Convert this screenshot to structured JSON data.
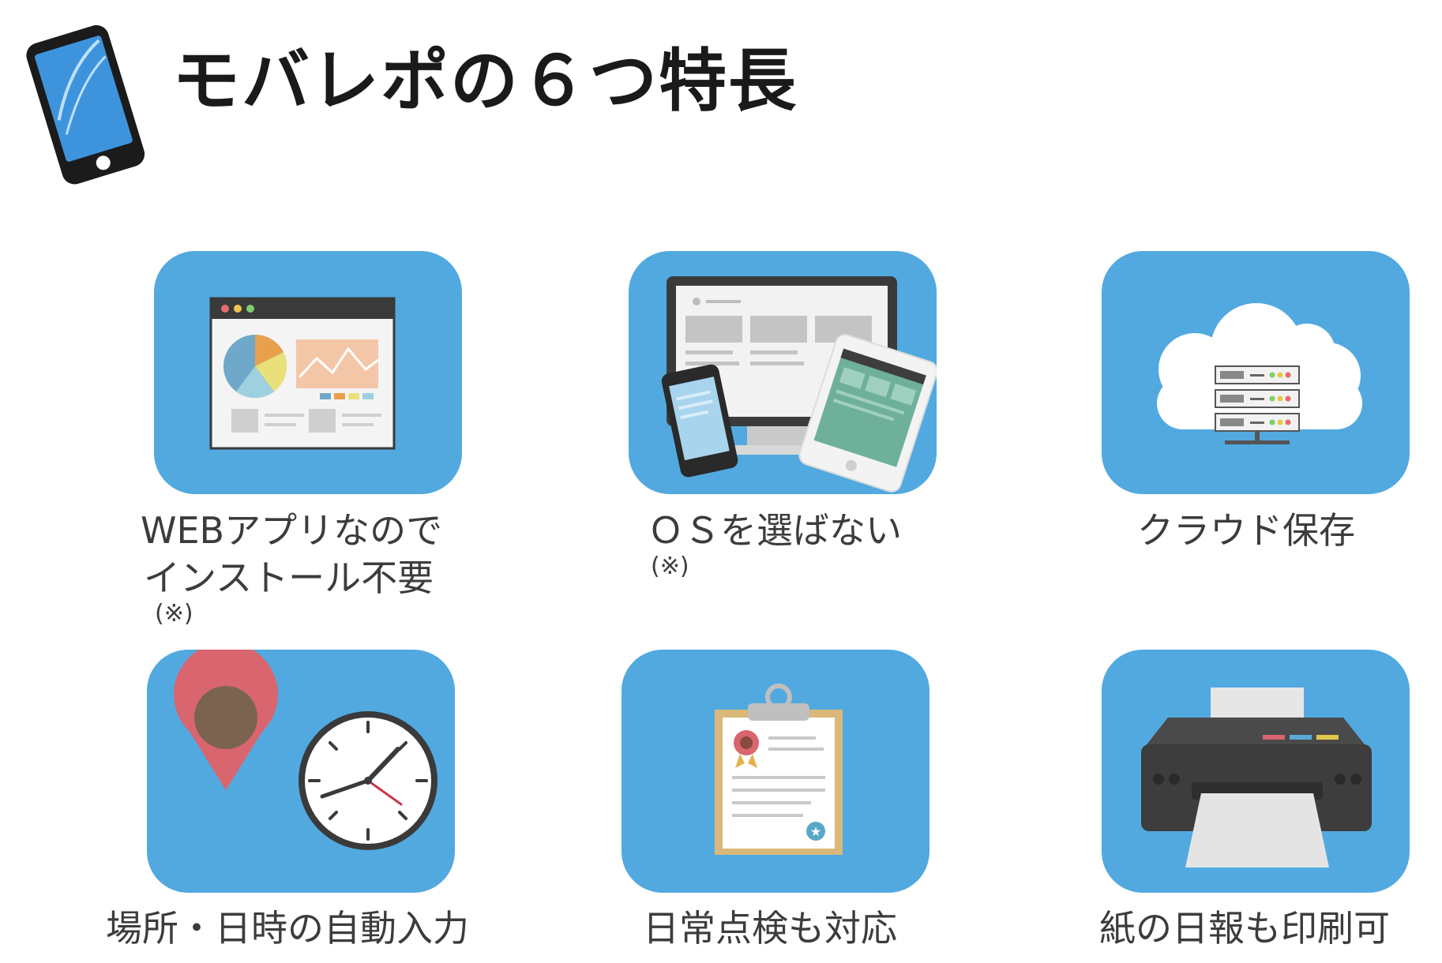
{
  "header": {
    "title": "モバレポの６つ特長",
    "icon": "smartphone-icon"
  },
  "features": [
    {
      "line1": "WEBアプリなので",
      "line2": "インストール不要",
      "note": "(※)",
      "icon": "web-dashboard-icon"
    },
    {
      "line1": "ＯＳを選ばない",
      "note": "(※)",
      "icon": "multi-device-icon"
    },
    {
      "line1": "クラウド保存",
      "icon": "cloud-server-icon"
    },
    {
      "line1": "場所・日時の自動入力",
      "icon": "location-clock-icon"
    },
    {
      "line1": "日常点検も対応",
      "icon": "clipboard-icon"
    },
    {
      "line1": "紙の日報も印刷可",
      "icon": "printer-icon"
    }
  ],
  "colors": {
    "tile": "#52a9e0",
    "title": "#1a1a1a",
    "text": "#3c3c3c"
  }
}
